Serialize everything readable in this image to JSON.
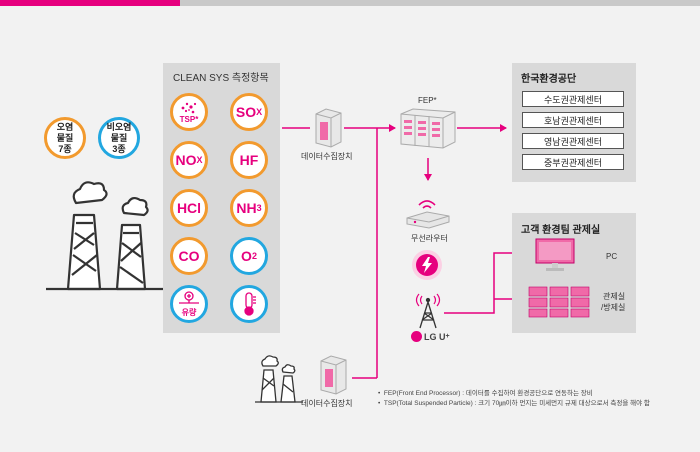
{
  "sensor_panel": {
    "title": "CLEAN SYS 측정항목",
    "items": [
      {
        "main": "TSP*",
        "sub": "",
        "style": "icon"
      },
      {
        "main": "SO",
        "sub": "X",
        "style": "text"
      },
      {
        "main": "NO",
        "sub": "X",
        "style": "text"
      },
      {
        "main": "HF",
        "sub": "",
        "style": "text"
      },
      {
        "main": "HCl",
        "sub": "",
        "style": "text"
      },
      {
        "main": "NH",
        "sub": "3",
        "style": "text"
      },
      {
        "main": "CO",
        "sub": "",
        "style": "text"
      },
      {
        "main": "O",
        "sub": "2",
        "style": "text"
      },
      {
        "main": "유량",
        "sub": "",
        "style": "icon"
      },
      {
        "main": "",
        "sub": "",
        "style": "icon"
      }
    ]
  },
  "badges": {
    "polluting": [
      "오염",
      "물질",
      "7종"
    ],
    "non_polluting": [
      "비오염",
      "물질",
      "3종"
    ]
  },
  "labels": {
    "data_collector_1": "데이터수집장치",
    "data_collector_2": "데이터수집장치",
    "fep": "FEP*",
    "router": "무선라우터",
    "carrier": "LG U",
    "carrier_sup": "+"
  },
  "agency_panel": {
    "title": "한국환경공단",
    "regions": [
      "수도권관제센터",
      "호남권관제센터",
      "영남권관제센터",
      "중부권관제센터"
    ]
  },
  "customer_panel": {
    "title": "고객 환경팀 관제실",
    "pc_label": "PC",
    "room_label_1": "관제실",
    "room_label_2": "/방제실"
  },
  "notes": [
    "FEP(Front End Processor) : 데이터를 수집하여 환경공단으로 연동하는 장비",
    "TSP(Total Suspended Particle) : 크기 70㎛이하 먼지는 미세먼지 규제 대상으로서 측정을 해야 함"
  ],
  "colors": {
    "accent": "#e6007e",
    "orange": "#f29a2e",
    "blue": "#22a7e0",
    "panel": "#d9d9d9"
  }
}
